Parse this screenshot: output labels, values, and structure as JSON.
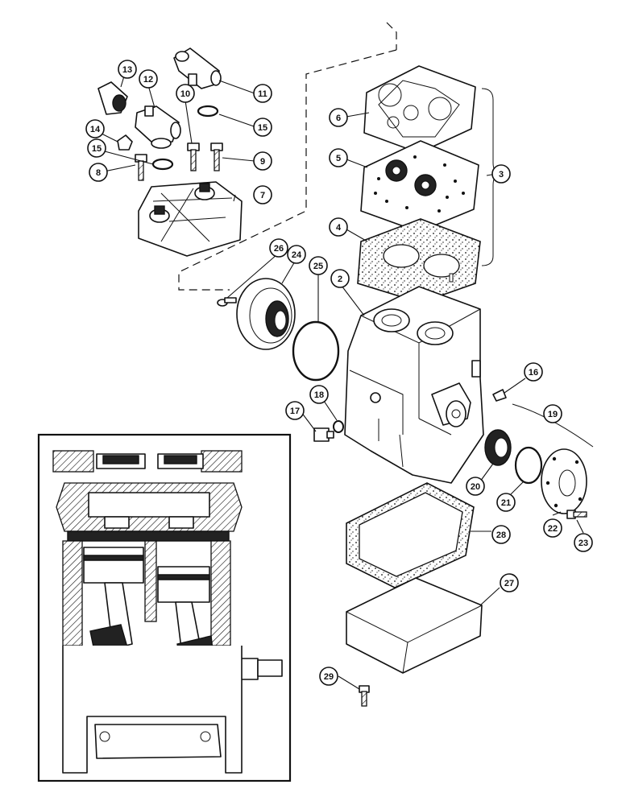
{
  "diagram": {
    "callouts": [
      "2",
      "3",
      "4",
      "5",
      "6",
      "7",
      "8",
      "9",
      "10",
      "11",
      "12",
      "13",
      "14",
      "15",
      "15",
      "16",
      "17",
      "18",
      "19",
      "20",
      "21",
      "22",
      "23",
      "24",
      "25",
      "26",
      "27",
      "28",
      "29"
    ]
  },
  "colors": {
    "ink": "#111111",
    "paper": "#ffffff",
    "shade": "#222222"
  }
}
